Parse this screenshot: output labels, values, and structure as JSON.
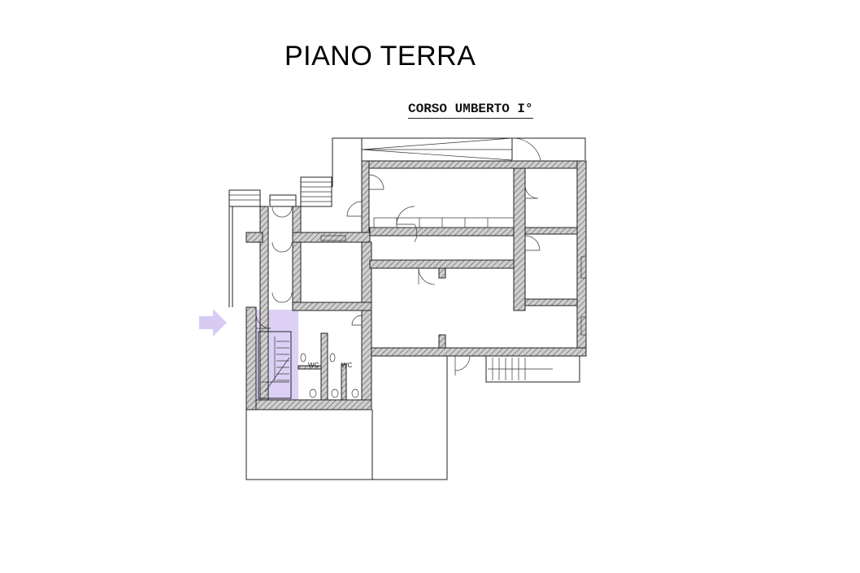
{
  "title": "PIANO TERRA",
  "street_label": "CORSO UMBERTO I°",
  "room_labels": [
    "WC",
    "WC"
  ],
  "highlight_color": "#d6c9f2",
  "arrow_color": "#d7cbf3",
  "icons": [
    "entrance-arrow-icon"
  ]
}
